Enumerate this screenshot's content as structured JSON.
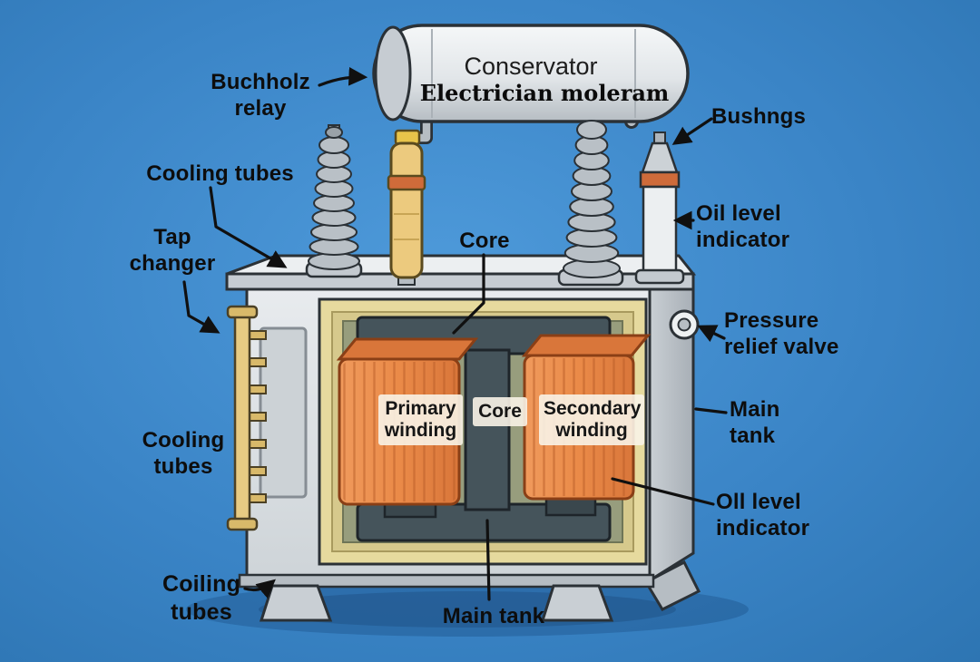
{
  "colors": {
    "background": "#3a84c6",
    "winding_orange": "#ea8a48",
    "core_slate": "#45545b",
    "tank_lining_tan": "#e6da9e",
    "metal_gray": "#ced4d8",
    "arrow_black": "#101010"
  },
  "conservator": {
    "label": "Conservator",
    "brand": "Electrician moleram"
  },
  "callouts": {
    "buchholz_relay": "Buchholz\nrelay",
    "cooling_tubes_top": "Cooling tubes",
    "tap_changer": "Tap\nchanger",
    "core_top": "Core",
    "bushings": "Bushngs",
    "oil_level_indicator_top": "Oil level\nindicator",
    "pressure_relief_valve": "Pressure\nrelief valve",
    "main_tank_right": "Main\ntank",
    "oil_level_indicator_bottom": "Oll level\nindicator",
    "cooling_tubes_left": "Cooling\ntubes",
    "coiling_tubes": "Coiling\ntubes",
    "main_tank_bottom": "Main tank"
  },
  "component_tags": {
    "primary_winding": "Primary\nwinding",
    "core_center": "Core",
    "secondary_winding": "Secondary\nwinding"
  }
}
